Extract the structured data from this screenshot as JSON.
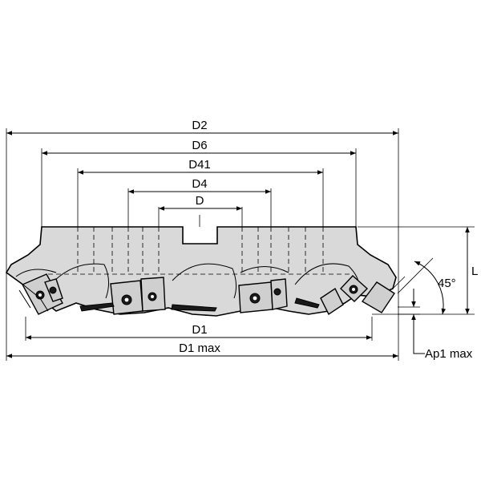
{
  "labels": {
    "d2": "D2",
    "d6": "D6",
    "d41": "D41",
    "d4": "D4",
    "d": "D",
    "d1": "D1",
    "d1max": "D1 max",
    "l": "L",
    "angle": "45°",
    "ap1": "Ap1 max"
  }
}
